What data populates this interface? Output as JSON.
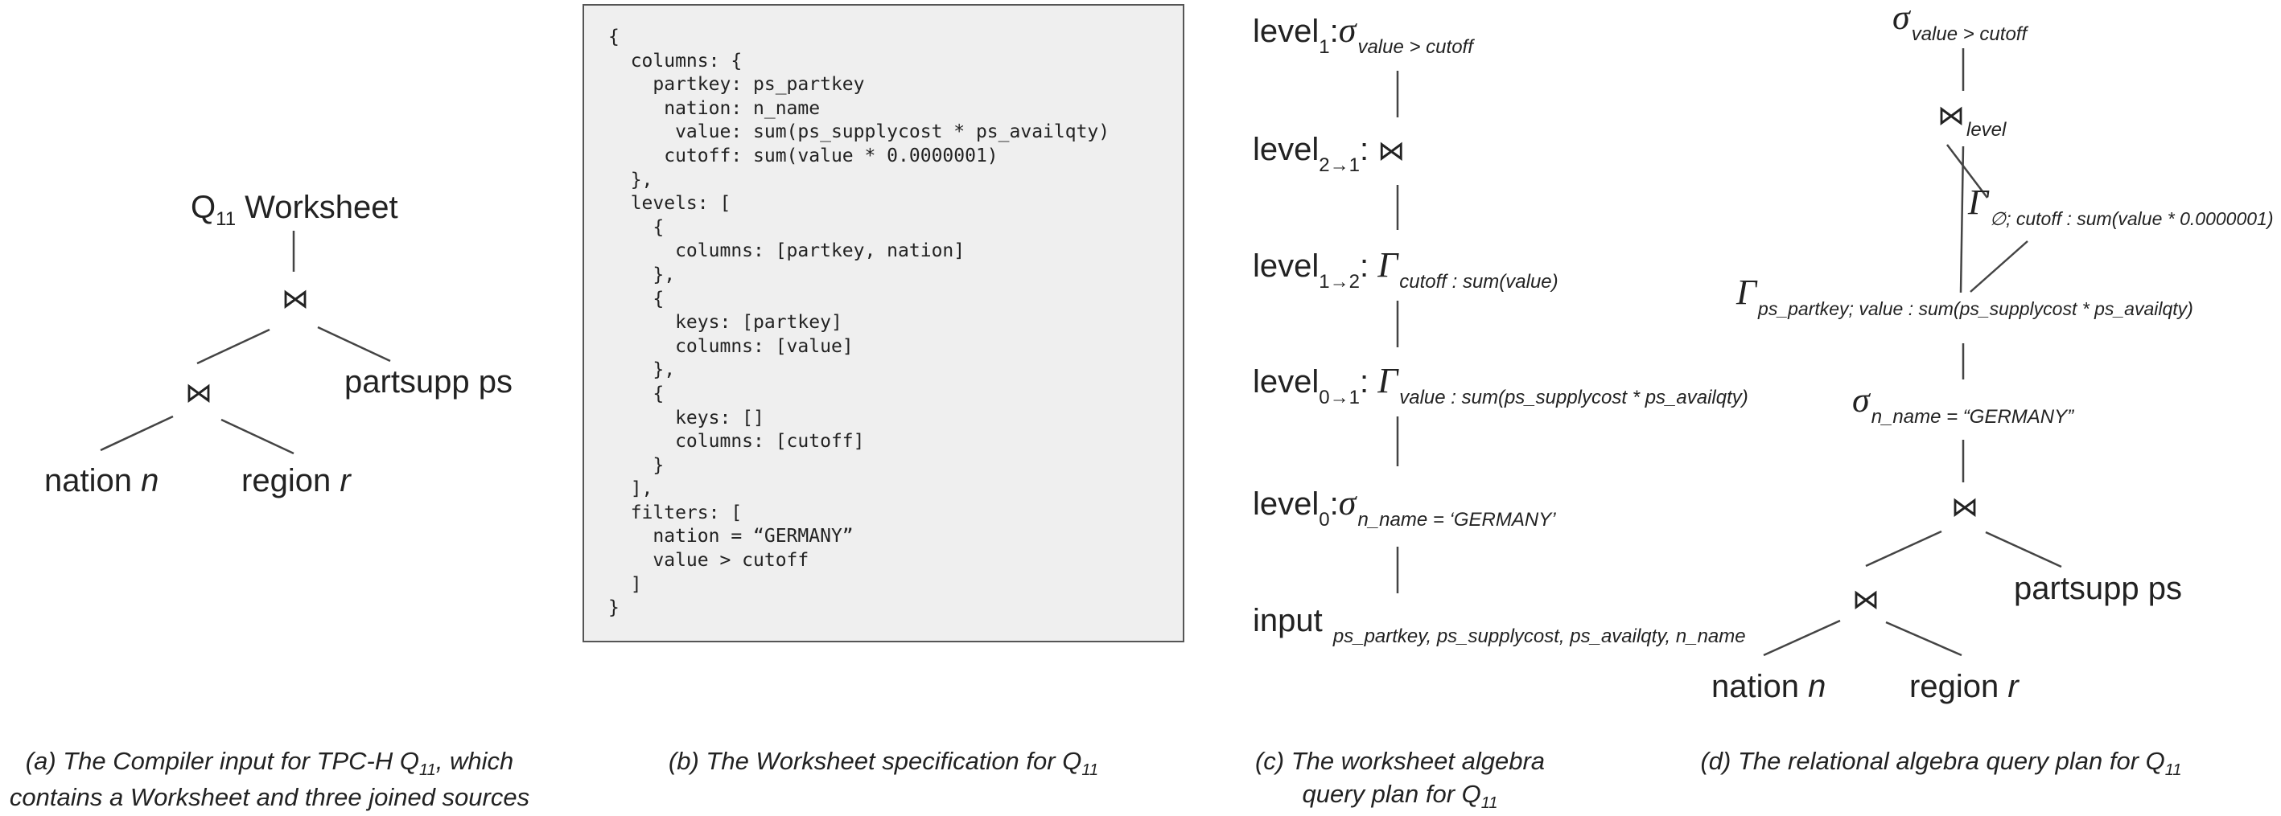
{
  "panel_a": {
    "root_label": "Q",
    "root_sub": "11",
    "root_suffix": " Worksheet",
    "join_symbol": "⋈",
    "partsupp": "partsupp ps",
    "nation_word": "nation ",
    "nation_alias": "n",
    "region_word": "region ",
    "region_alias": "r",
    "caption_line1_pre": "(a) The Compiler input for TPC-H Q",
    "caption_line1_sub": "11",
    "caption_line1_post": ", which",
    "caption_line2": "contains a Worksheet and three joined sources"
  },
  "panel_b": {
    "code": "{\n  columns: {\n    partkey: ps_partkey\n     nation: n_name\n      value: sum(ps_supplycost * ps_availqty)\n     cutoff: sum(value * 0.0000001)\n  },\n  levels: [\n    {\n      columns: [partkey, nation]\n    },\n    {\n      keys: [partkey]\n      columns: [value]\n    },\n    {\n      keys: []\n      columns: [cutoff]\n    }\n  ],\n  filters: [\n    nation = “GERMANY”\n    value > cutoff\n  ]\n}",
    "caption_pre": "(b) The Worksheet specification for Q",
    "caption_sub": "11"
  },
  "panel_c": {
    "level_word": "level",
    "sigma": "σ",
    "gamma": "Γ",
    "join": "⋈",
    "l1_sub": "1",
    "l1_expr": "value > cutoff",
    "l21_sub": "2→1",
    "l12_sub": "1→2",
    "l12_expr": "cutoff : sum(value)",
    "l01_sub": "0→1",
    "l01_expr": "value : sum(ps_supplycost * ps_availqty)",
    "l0_sub": "0",
    "l0_expr": "n_name = ‘GERMANY’",
    "input_word": "input",
    "input_expr": "ps_partkey, ps_supplycost, ps_availqty, n_name",
    "caption_line1": "(c) The worksheet algebra",
    "caption_line2_pre": "query plan for Q",
    "caption_line2_sub": "11"
  },
  "panel_d": {
    "sigma": "σ",
    "gamma": "Γ",
    "join": "⋈",
    "top_expr": "value > cutoff",
    "join_level_sub": "level",
    "gamma_empty_expr": "∅; cutoff : sum(value * 0.0000001)",
    "gamma_partkey_expr": "ps_partkey; value : sum(ps_supplycost * ps_availqty)",
    "filter_expr": "n_name = “GERMANY”",
    "partsupp": "partsupp ps",
    "nation_word": "nation ",
    "nation_alias": "n",
    "region_word": "region ",
    "region_alias": "r",
    "caption_pre": "(d) The relational algebra query plan for Q",
    "caption_sub": "11"
  }
}
